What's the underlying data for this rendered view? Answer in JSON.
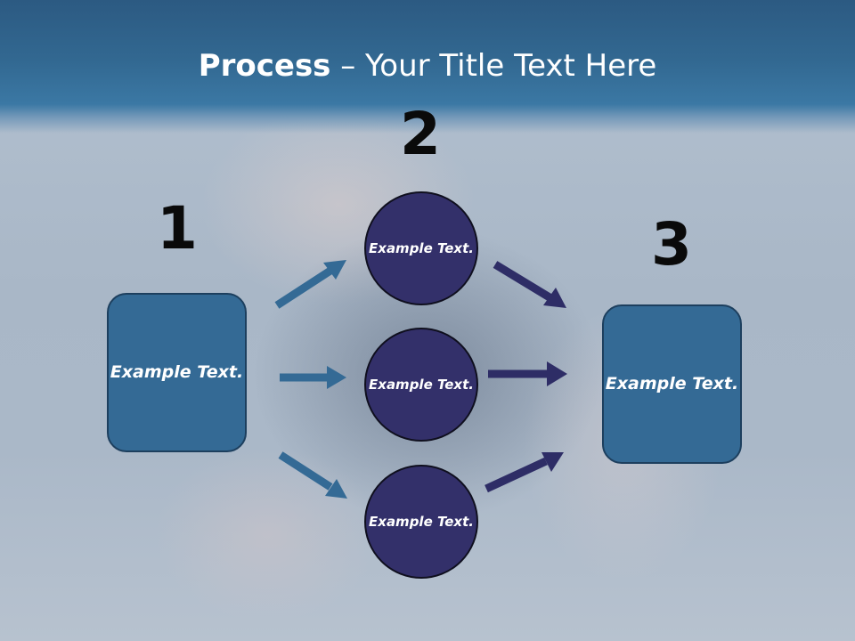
{
  "title": {
    "strong": "Process",
    "rest": " – Your Title Text Here"
  },
  "steps": [
    {
      "number": "1"
    },
    {
      "number": "2"
    },
    {
      "number": "3"
    }
  ],
  "nodes": {
    "left_box": "Example Text.",
    "circle_top": "Example Text.",
    "circle_middle": "Example Text.",
    "circle_bottom": "Example Text.",
    "right_box": "Example Text."
  },
  "colors": {
    "title_band": "#326891",
    "box_fill": "#346a95",
    "circle_fill": "#33306a",
    "arrow_left": "#346a95",
    "arrow_right": "#2e2d66"
  }
}
